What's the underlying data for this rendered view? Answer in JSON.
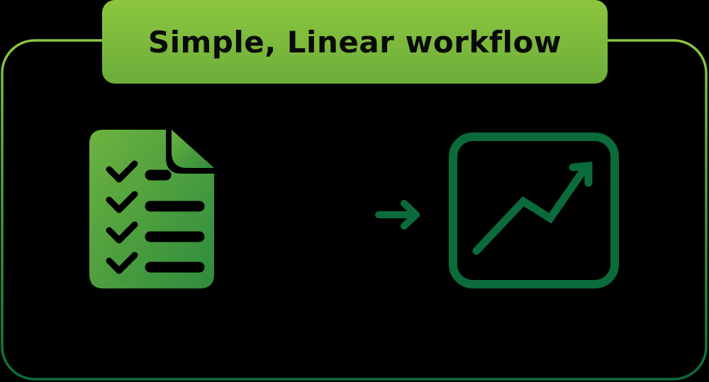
{
  "diagram": {
    "title": "Simple, Linear workflow",
    "nodes": [
      {
        "id": "checklist",
        "icon": "checklist-document-icon",
        "checked_items": 4
      },
      {
        "id": "connector",
        "icon": "dash-connector"
      },
      {
        "id": "arrow",
        "icon": "arrow-right-icon"
      },
      {
        "id": "growth-chart",
        "icon": "trending-up-chart-icon"
      }
    ],
    "colors": {
      "light_green": "#8cc63f",
      "mid_green": "#4a9e3d",
      "dark_green": "#0b6b3a",
      "background": "#000000",
      "title_text": "#0a0a0a"
    }
  }
}
